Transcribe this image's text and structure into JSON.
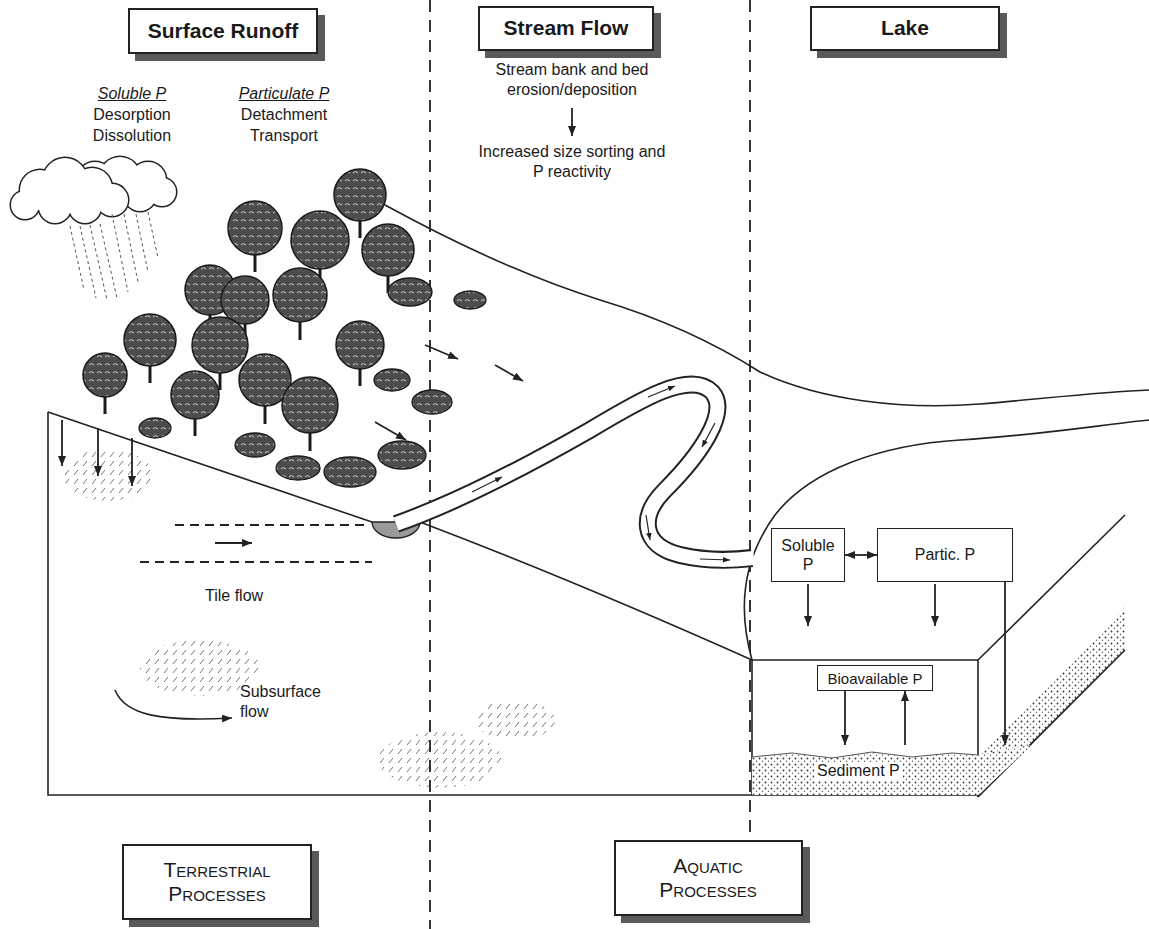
{
  "diagram": {
    "nodes": [
      {
        "text": [
          "Surface Runoff"
        ]
      },
      {
        "text": [
          "Stream Flow"
        ]
      },
      {
        "text": [
          "Lake"
        ]
      },
      {
        "text": [
          "Soluble P"
        ]
      },
      {
        "text": [
          "Partic. P"
        ]
      },
      {
        "text": [
          "Bioavailable P"
        ]
      },
      {
        "text": [
          "Sediment P"
        ]
      },
      {
        "text": [
          "Terrestrial Processes"
        ]
      },
      {
        "text": [
          "Aquatic Processes"
        ]
      }
    ],
    "edges": [
      {
        "from": 3,
        "to": 4,
        "arrow": "both"
      },
      {
        "from": 4,
        "to": 6,
        "arrow": "to"
      },
      {
        "from": 5,
        "to": 6,
        "arrow": "to"
      },
      {
        "from": 6,
        "to": 5,
        "arrow": "to"
      }
    ],
    "labels": [
      "Soluble P",
      "Desorption",
      "Dissolution",
      "Particulate P",
      "Detachment",
      "Transport",
      "Stream bank and bed erosion/deposition",
      "Increased size sorting and P reactivity",
      "Tile flow",
      "Subsurface flow"
    ]
  }
}
